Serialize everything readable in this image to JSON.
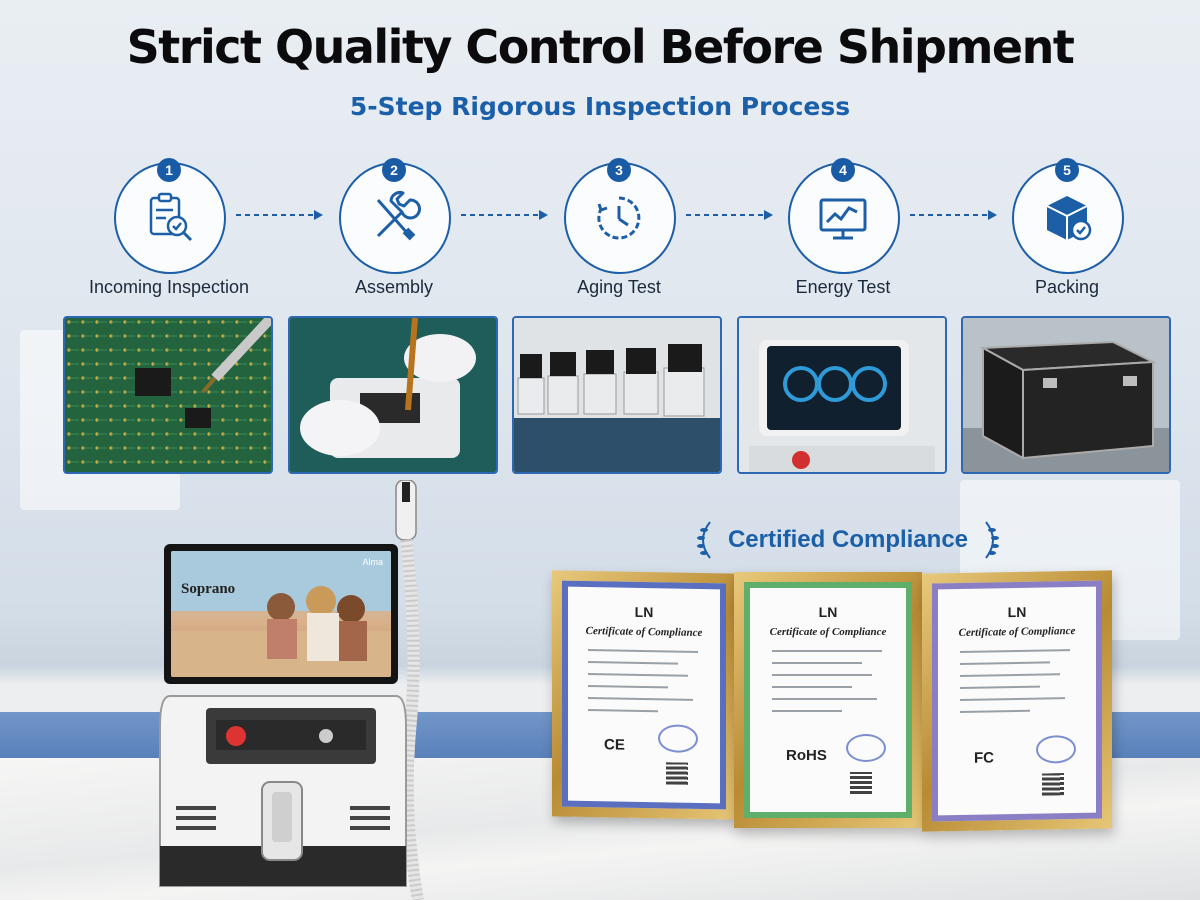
{
  "header": {
    "title": "Strict Quality Control Before Shipment",
    "subtitle": "5-Step Rigorous Inspection Process"
  },
  "steps": [
    {
      "number": "1",
      "label": "Incoming Inspection",
      "icon": "clipboard-search-icon"
    },
    {
      "number": "2",
      "label": "Assembly",
      "icon": "wrench-screwdriver-icon"
    },
    {
      "number": "3",
      "label": "Aging Test",
      "icon": "clock-icon"
    },
    {
      "number": "4",
      "label": "Energy Test",
      "icon": "monitor-chart-icon"
    },
    {
      "number": "5",
      "label": "Packing",
      "icon": "box-check-icon"
    }
  ],
  "certified": {
    "title": "Certified Compliance",
    "certificates": [
      {
        "brand": "LN",
        "heading": "Certificate of Compliance",
        "mark": "CE"
      },
      {
        "brand": "LN",
        "heading": "Certificate of Compliance",
        "mark": "RoHS"
      },
      {
        "brand": "LN",
        "heading": "Certificate of Compliance",
        "mark": "FC"
      }
    ]
  },
  "device": {
    "screen_brand": "Soprano",
    "screen_logo": "Alma"
  },
  "colors": {
    "accent": "#1a5fa8",
    "title": "#0b0b0d",
    "photo_border": "#2c68b4",
    "frame_gold": "#c9a14e"
  }
}
